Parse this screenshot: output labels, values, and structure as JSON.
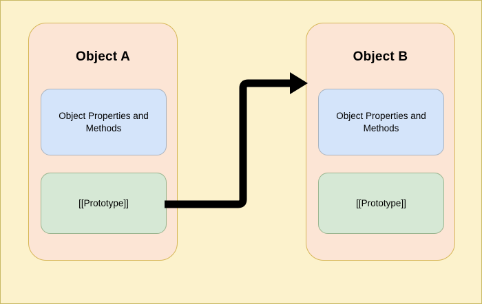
{
  "diagram": {
    "title_text": "",
    "background_color": "#fcf2cc",
    "border_color": "#c8b964",
    "objects": [
      {
        "id": "object-a",
        "title": "Object A",
        "container_fill": "#fce5d5",
        "container_border": "#d6b656",
        "boxes": [
          {
            "id": "properties-methods",
            "label": "Object Properties and Methods",
            "fill": "#d4e4fa",
            "border": "#a9b3bf"
          },
          {
            "id": "prototype",
            "label": "[[Prototype]]",
            "fill": "#d6e8d5",
            "border": "#9ab58f"
          }
        ]
      },
      {
        "id": "object-b",
        "title": "Object B",
        "container_fill": "#fce5d5",
        "container_border": "#d6b656",
        "boxes": [
          {
            "id": "properties-methods",
            "label": "Object Properties and Methods",
            "fill": "#d4e4fa",
            "border": "#a9b3bf"
          },
          {
            "id": "prototype",
            "label": "[[Prototype]]",
            "fill": "#d6e8d5",
            "border": "#9ab58f"
          }
        ]
      }
    ],
    "connector": {
      "id": "prototype-link",
      "label": "",
      "color": "#000000",
      "from": "object-a.prototype",
      "to": "object-b",
      "style": "elbow-arrow"
    }
  }
}
